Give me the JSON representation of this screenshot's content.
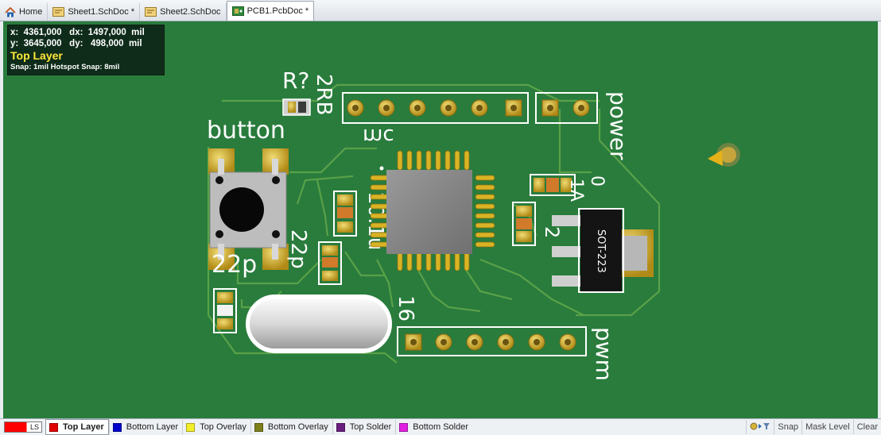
{
  "tabs": [
    {
      "label": "Home",
      "icon": "home-icon"
    },
    {
      "label": "Sheet1.SchDoc *",
      "icon": "schematic-doc-icon"
    },
    {
      "label": "Sheet2.SchDoc",
      "icon": "schematic-doc-icon"
    },
    {
      "label": "PCB1.PcbDoc *",
      "icon": "pcb-doc-icon",
      "active": true
    }
  ],
  "hud": {
    "line1": "x:  4361,000   dx:  1497,000  mil",
    "line2": "y:  3645,000   dy:   498,000  mil",
    "layer": "Top Layer",
    "snap": "Snap: 1mil Hotspot Snap: 8mil"
  },
  "silkscreen": {
    "r_label": "R?",
    "rb_label": "2RB",
    "button_label": "button",
    "mc_label": "mc",
    "power_label": "power",
    "cap_a_label": "22p",
    "cap_b_label": "22p",
    "chip_label": "10.1u",
    "reg_a_label": "0",
    "reg_b_label": "1A",
    "reg_c_label": "2",
    "pin16_label": "16",
    "pwm_label": "pwm",
    "regulator_label": "SOT-223"
  },
  "layerbar": {
    "ls_label": "LS",
    "layers": [
      {
        "label": "Top Layer",
        "color": "#e00000",
        "active": true
      },
      {
        "label": "Bottom Layer",
        "color": "#0000cc"
      },
      {
        "label": "Top Overlay",
        "color": "#f2ee2a"
      },
      {
        "label": "Bottom Overlay",
        "color": "#7f7f1a"
      },
      {
        "label": "Top Solder",
        "color": "#6b1e7f"
      },
      {
        "label": "Bottom Solder",
        "color": "#e020e0"
      }
    ],
    "snap": "Snap",
    "mask_level": "Mask Level",
    "clear": "Clear"
  },
  "colors": {
    "board": "#297c3c",
    "copper": "#b8a032",
    "silk": "#ffffff",
    "pad_gold": "#d7b12a"
  }
}
